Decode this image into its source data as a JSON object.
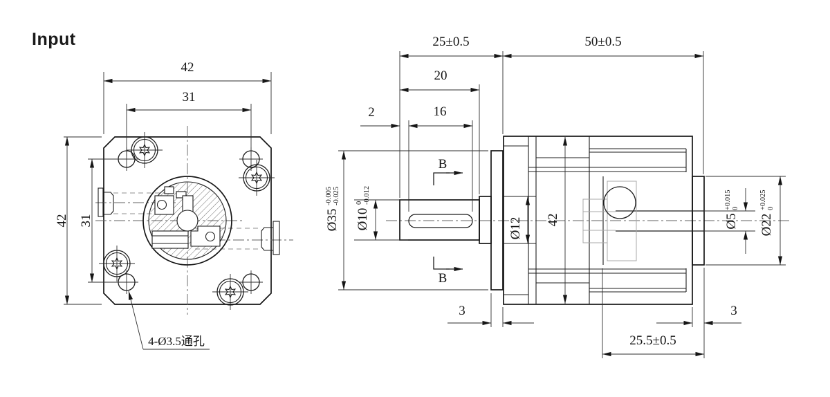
{
  "title": "Input",
  "front": {
    "dim_width": "42",
    "dim_bolt_h": "31",
    "dim_height": "42",
    "dim_bolt_v": "31",
    "hole_note": "4-Ø3.5通孔"
  },
  "side": {
    "dim_shaft_assembly": "25±0.5",
    "dim_body_length": "50±0.5",
    "dim_shaft_len": "20",
    "dim_key_len": "16",
    "dim_key_offset": "2",
    "pilot": {
      "dia": "Ø35",
      "tol_up": "-0.005",
      "tol_lo": "-0.025"
    },
    "shaft": {
      "dia": "Ø10",
      "tol_up": "0",
      "tol_lo": "-0.012"
    },
    "dim_bore": "Ø12",
    "dim_body_height": "42",
    "rear_hole": {
      "dia": "Ø5",
      "tol_up": "+0.015",
      "tol_lo": "0"
    },
    "rear_boss": {
      "dia": "Ø22",
      "tol_up": "+0.025",
      "tol_lo": "0"
    },
    "dim_pilot_depth": "3",
    "dim_boss_depth": "3",
    "dim_rear_length": "25.5±0.5",
    "section": "B"
  },
  "colors": {
    "line": "#161616",
    "phantom": "#a9a9a9",
    "background": "#ffffff"
  }
}
